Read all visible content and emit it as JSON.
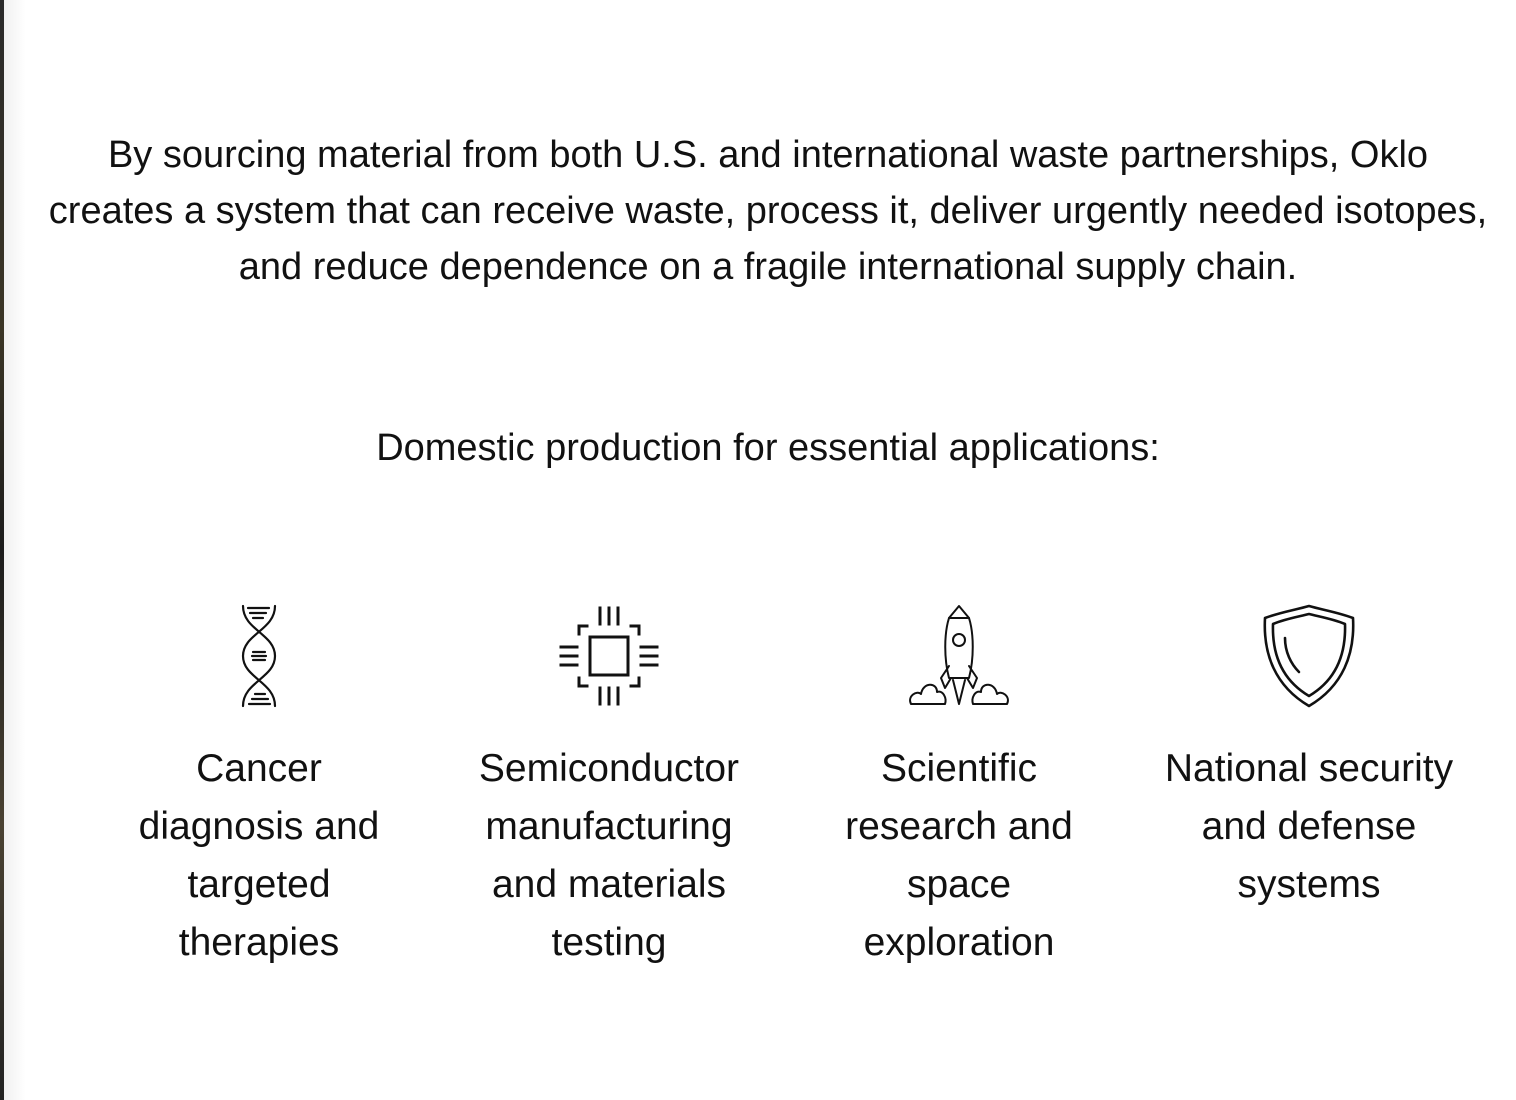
{
  "intro_text": "By sourcing material from both U.S. and international waste partnerships, Oklo creates a system that can receive waste, process it, deliver urgently needed isotopes, and reduce dependence on a fragile international supply chain.",
  "subheading": "Domestic production for essential applications:",
  "applications": [
    {
      "icon": "dna-icon",
      "label": "Cancer diagnosis and targeted therapies"
    },
    {
      "icon": "chip-icon",
      "label": "Semiconductor manufacturing and materials testing"
    },
    {
      "icon": "rocket-icon",
      "label": "Scientific research and space exploration"
    },
    {
      "icon": "shield-icon",
      "label": "National security and defense systems"
    }
  ],
  "colors": {
    "text": "#111111",
    "background": "#ffffff",
    "icon_stroke": "#111111"
  }
}
